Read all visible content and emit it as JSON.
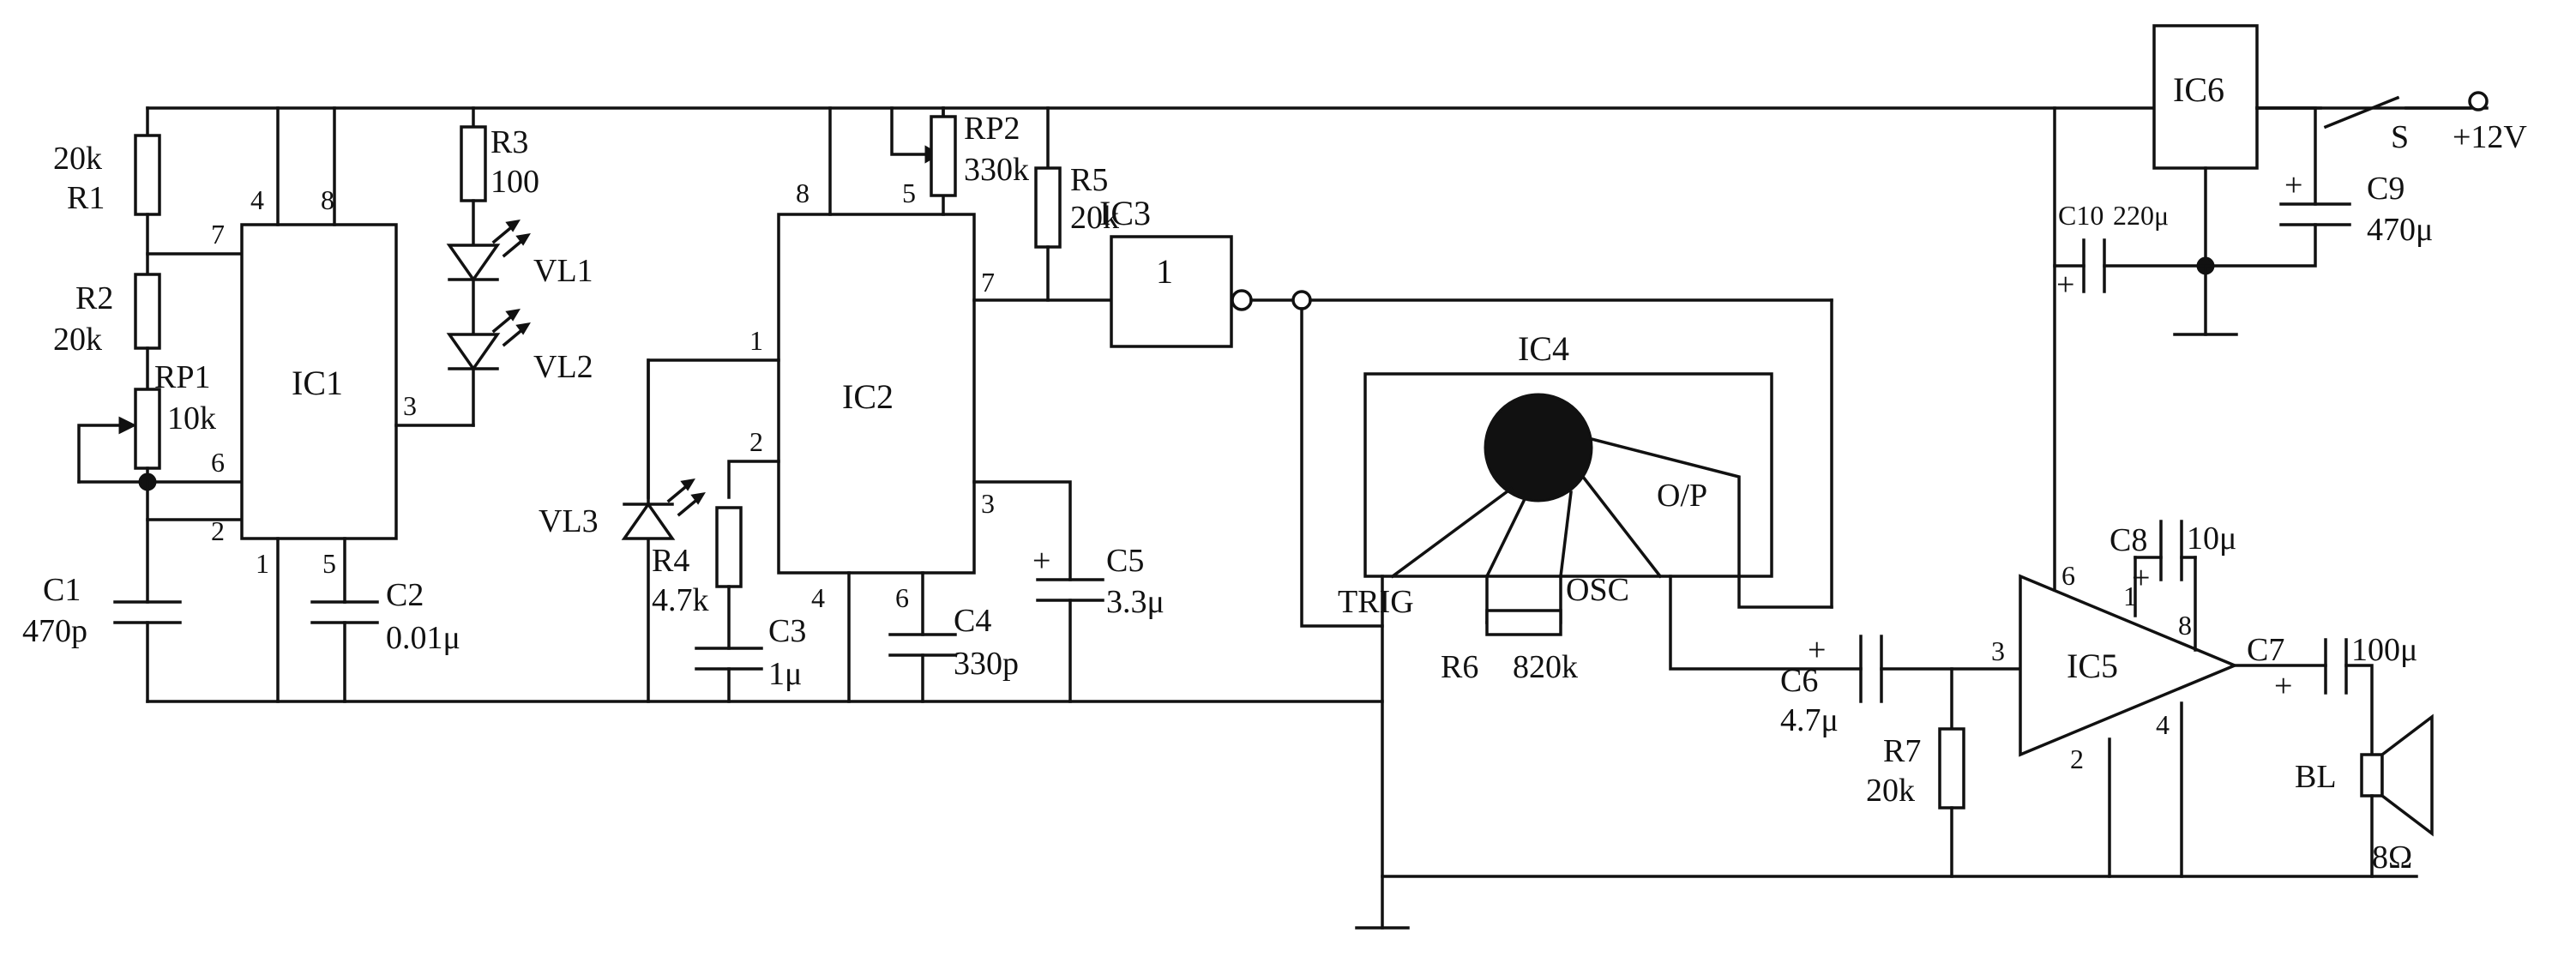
{
  "ic1": {
    "name": "IC1",
    "pins": [
      "4",
      "8",
      "7",
      "6",
      "2",
      "1",
      "5",
      "3"
    ]
  },
  "ic2": {
    "name": "IC2",
    "pins": [
      "8",
      "5",
      "1",
      "2",
      "4",
      "6",
      "3",
      "7"
    ]
  },
  "ic3": {
    "name": "IC3",
    "label": "1"
  },
  "ic4": {
    "name": "IC4",
    "trig": "TRIG",
    "osc": "OSC",
    "op": "O/P"
  },
  "ic5": {
    "name": "IC5",
    "pins": [
      "6",
      "1",
      "8",
      "3",
      "2",
      "4"
    ]
  },
  "ic6": {
    "name": "IC6"
  },
  "supply": {
    "switch": "S",
    "voltage": "+12V"
  },
  "r1": {
    "value": "20k",
    "name": "R1"
  },
  "r2": {
    "name": "R2",
    "value": "20k"
  },
  "rp1": {
    "name": "RP1",
    "value": "10k"
  },
  "r3": {
    "name": "R3",
    "value": "100"
  },
  "vl1": {
    "name": "VL1"
  },
  "vl2": {
    "name": "VL2"
  },
  "vl3": {
    "name": "VL3"
  },
  "r4": {
    "name": "R4",
    "value": "4.7k"
  },
  "rp2": {
    "name": "RP2",
    "value": "330k"
  },
  "r5": {
    "name": "R5",
    "value": "20k"
  },
  "r6": {
    "name": "R6",
    "value": "820k"
  },
  "r7": {
    "name": "R7",
    "value": "20k"
  },
  "c1": {
    "name": "C1",
    "value": "470p"
  },
  "c2": {
    "name": "C2",
    "value": "0.01μ"
  },
  "c3": {
    "name": "C3",
    "value": "1μ"
  },
  "c4": {
    "name": "C4",
    "value": "330p"
  },
  "c5": {
    "name": "C5",
    "value": "3.3μ"
  },
  "c6": {
    "name": "C6",
    "value": "4.7μ"
  },
  "c7": {
    "name": "C7",
    "value": "100μ"
  },
  "c8": {
    "name": "C8",
    "value": "10μ"
  },
  "c9": {
    "name": "C9",
    "value": "470μ"
  },
  "c10": {
    "name": "C10",
    "value": "220μ"
  },
  "bl": {
    "name": "BL",
    "value": "8Ω"
  },
  "plus_mark": "+"
}
